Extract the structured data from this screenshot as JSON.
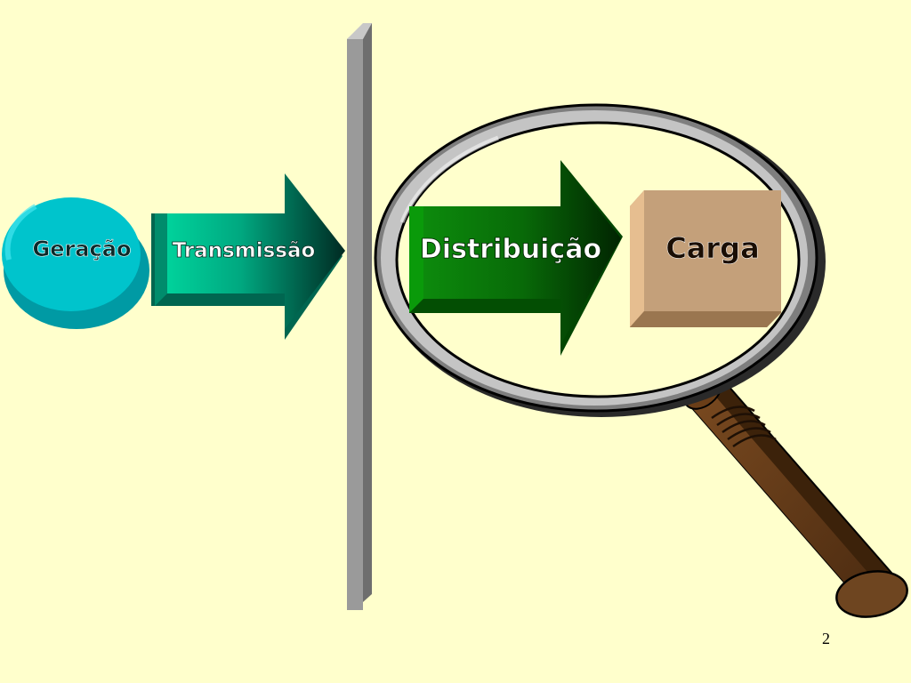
{
  "diagram": {
    "steps": [
      {
        "label": "Geração",
        "shape": "cylinder",
        "color": "#00C4CC"
      },
      {
        "label": "Transmissão",
        "shape": "arrow",
        "color": "#00B890"
      },
      {
        "label": "Distribuição",
        "shape": "arrow",
        "color": "#0A7A0A"
      },
      {
        "label": "Carga",
        "shape": "box",
        "color": "#C4A07A"
      }
    ],
    "divider": {
      "shape": "vertical-bar",
      "color": "#9A9A9A"
    },
    "highlight": {
      "icon": "magnifying-glass-icon",
      "covers": [
        "Distribuição",
        "Carga"
      ]
    }
  },
  "page": {
    "number": "2"
  }
}
